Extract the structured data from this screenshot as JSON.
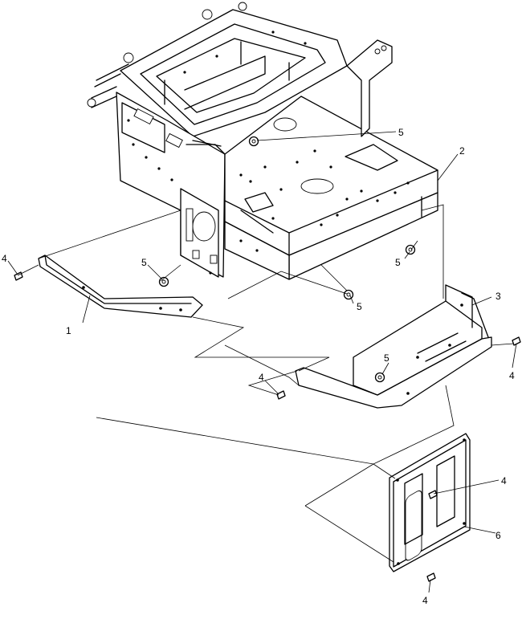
{
  "callouts": [
    {
      "id": "c1",
      "label": "1"
    },
    {
      "id": "c2",
      "label": "2"
    },
    {
      "id": "c3",
      "label": "3"
    },
    {
      "id": "c4a",
      "label": "4"
    },
    {
      "id": "c4b",
      "label": "4"
    },
    {
      "id": "c4c",
      "label": "4"
    },
    {
      "id": "c4d",
      "label": "4"
    },
    {
      "id": "c4e",
      "label": "4"
    },
    {
      "id": "c5a",
      "label": "5"
    },
    {
      "id": "c5b",
      "label": "5"
    },
    {
      "id": "c5c",
      "label": "5"
    },
    {
      "id": "c5d",
      "label": "5"
    },
    {
      "id": "c5e",
      "label": "5"
    },
    {
      "id": "c6",
      "label": "6"
    }
  ]
}
